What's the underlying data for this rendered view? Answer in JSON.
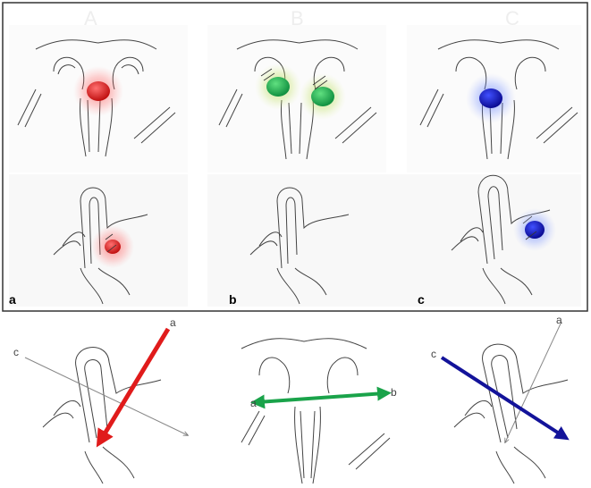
{
  "panels": {
    "a": {
      "label": "a",
      "ghost_letter": "A",
      "marker_color": "#dd2222"
    },
    "b": {
      "label": "b",
      "ghost_letter": "B",
      "marker_color": "#22aa44"
    },
    "c": {
      "label": "c",
      "ghost_letter": "C",
      "marker_color": "#1a1aa8"
    }
  },
  "axes": {
    "sagittal_left": {
      "end_labels": [
        "c",
        "a"
      ]
    },
    "coronal_mid": {
      "end_labels": [
        "a",
        "b"
      ]
    },
    "sagittal_right": {
      "end_labels": [
        "c",
        "a"
      ]
    }
  },
  "colors": {
    "red": "#e01b1b",
    "green": "#1aa34a",
    "blue": "#13139a",
    "sketch": "#444444",
    "frame": "#333333"
  }
}
